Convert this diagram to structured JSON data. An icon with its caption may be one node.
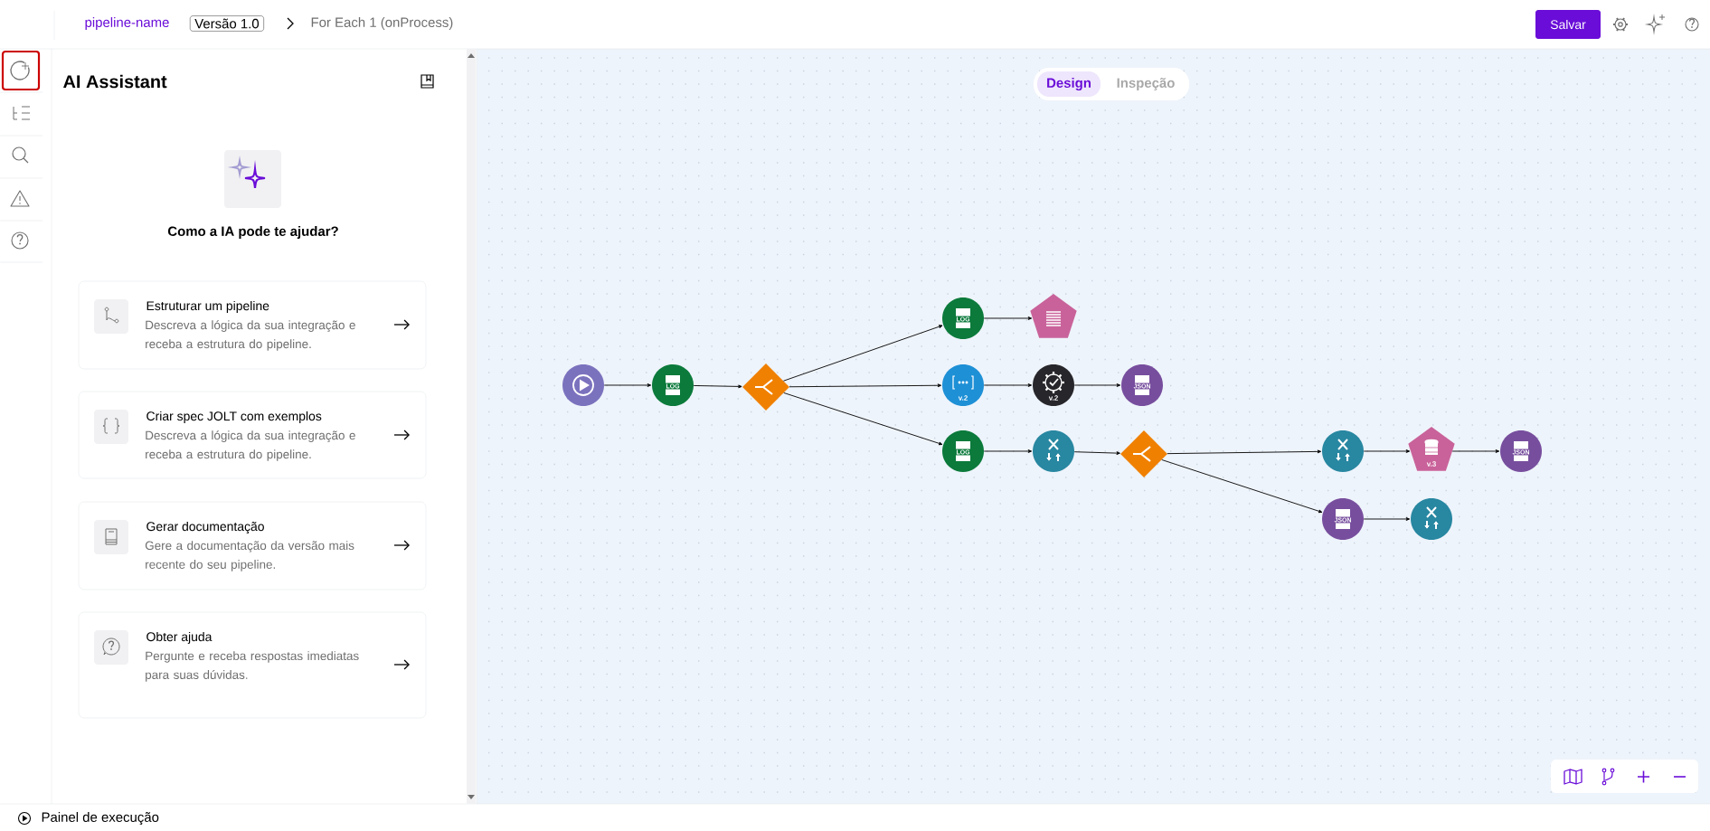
{
  "diagram": {
    "nodes": [
      {
        "text": [],
        "shape": "circle"
      },
      {
        "text": [
          "LOG"
        ]
      },
      {
        "text": [],
        "shape": "diamond"
      },
      {
        "text": [
          "LOG"
        ]
      },
      {
        "text": [],
        "shape": "pentagon"
      },
      {
        "text": [
          "v.2"
        ]
      },
      {
        "text": [
          "v.2"
        ]
      },
      {
        "text": [
          "JSON"
        ]
      },
      {
        "text": [
          "LOG"
        ]
      },
      {
        "text": [],
        "shape": "circle"
      },
      {
        "text": [],
        "shape": "diamond"
      },
      {
        "text": [],
        "shape": "circle"
      },
      {
        "text": [
          "v.3"
        ]
      },
      {
        "text": [
          "JSON"
        ]
      },
      {
        "text": [
          "JSON"
        ]
      },
      {
        "text": [],
        "shape": "circle"
      }
    ],
    "edges": [
      {
        "from": 0,
        "to": 1,
        "arrow": "to"
      },
      {
        "from": 1,
        "to": 2,
        "arrow": "to"
      },
      {
        "from": 2,
        "to": 3,
        "arrow": "to"
      },
      {
        "from": 2,
        "to": 5,
        "arrow": "to"
      },
      {
        "from": 2,
        "to": 8,
        "arrow": "to"
      },
      {
        "from": 3,
        "to": 4,
        "arrow": "to"
      },
      {
        "from": 5,
        "to": 6,
        "arrow": "to"
      },
      {
        "from": 6,
        "to": 7,
        "arrow": "to"
      },
      {
        "from": 8,
        "to": 9,
        "arrow": "to"
      },
      {
        "from": 9,
        "to": 10,
        "arrow": "to"
      },
      {
        "from": 10,
        "to": 11,
        "arrow": "to"
      },
      {
        "from": 11,
        "to": 12,
        "arrow": "to"
      },
      {
        "from": 12,
        "to": 13,
        "arrow": "to"
      },
      {
        "from": 10,
        "to": 14,
        "arrow": "to"
      },
      {
        "from": 14,
        "to": 15,
        "arrow": "to"
      }
    ],
    "labels": [
      "pipeline-name",
      "Versão 1.0",
      "For Each 1 (onProcess)",
      "Salvar",
      "AI Assistant",
      "Como a IA pode te ajudar?",
      "Estruturar um pipeline",
      "Descreva a lógica da sua integração e receba a estrutura do pipeline.",
      "Criar spec JOLT com exemplos",
      "Descreva a lógica da sua integração e receba a estrutura do pipeline.",
      "Gerar documentação",
      "Gere a documentação da versão mais recente do seu pipeline.",
      "Obter ajuda",
      "Pergunte e receba respostas imediatas para suas dúvidas.",
      "Design",
      "Inspeção",
      "Painel de execução"
    ]
  }
}
